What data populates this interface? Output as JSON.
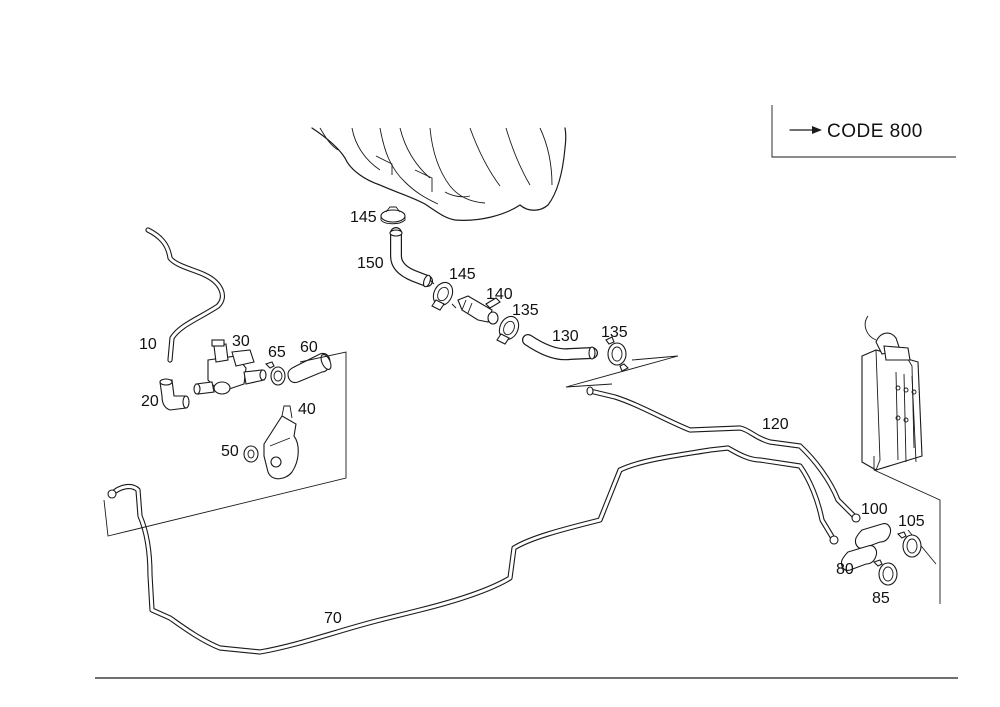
{
  "code_box": {
    "text": "CODE 800"
  },
  "labels": {
    "l10": "10",
    "l20": "20",
    "l30": "30",
    "l40": "40",
    "l50": "50",
    "l60": "60",
    "l65": "65",
    "l70": "70",
    "l80": "80",
    "l85": "85",
    "l100": "100",
    "l105": "105",
    "l120": "120",
    "l130": "130",
    "l135a": "135",
    "l135b": "135",
    "l140": "140",
    "l145a": "145",
    "l145b": "145",
    "l150": "150"
  },
  "colors": {
    "line": "#1a1a1a",
    "background": "#ffffff"
  }
}
